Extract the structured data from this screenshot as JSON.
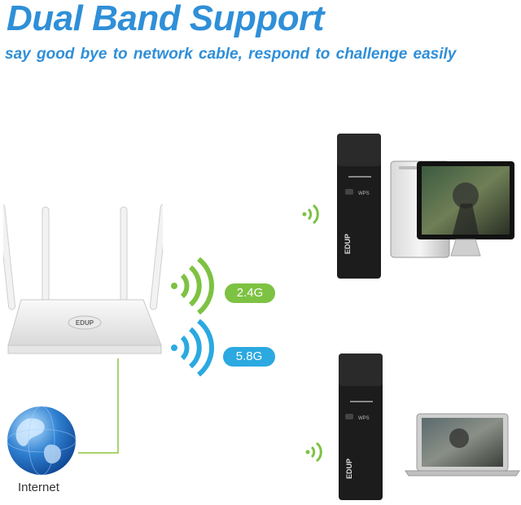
{
  "header": {
    "title": "Dual Band Support",
    "subtitle": "say good bye to network cable,   respond to challenge easily"
  },
  "bands": [
    {
      "label": "2.4G",
      "color": "#7dc242"
    },
    {
      "label": "5.8G",
      "color": "#2ba9e0"
    }
  ],
  "internet_label": "Internet",
  "brand_text": "EDUP",
  "device_text": "WPS",
  "colors": {
    "title": "#2f8fd8",
    "line": "#8cc63f"
  }
}
